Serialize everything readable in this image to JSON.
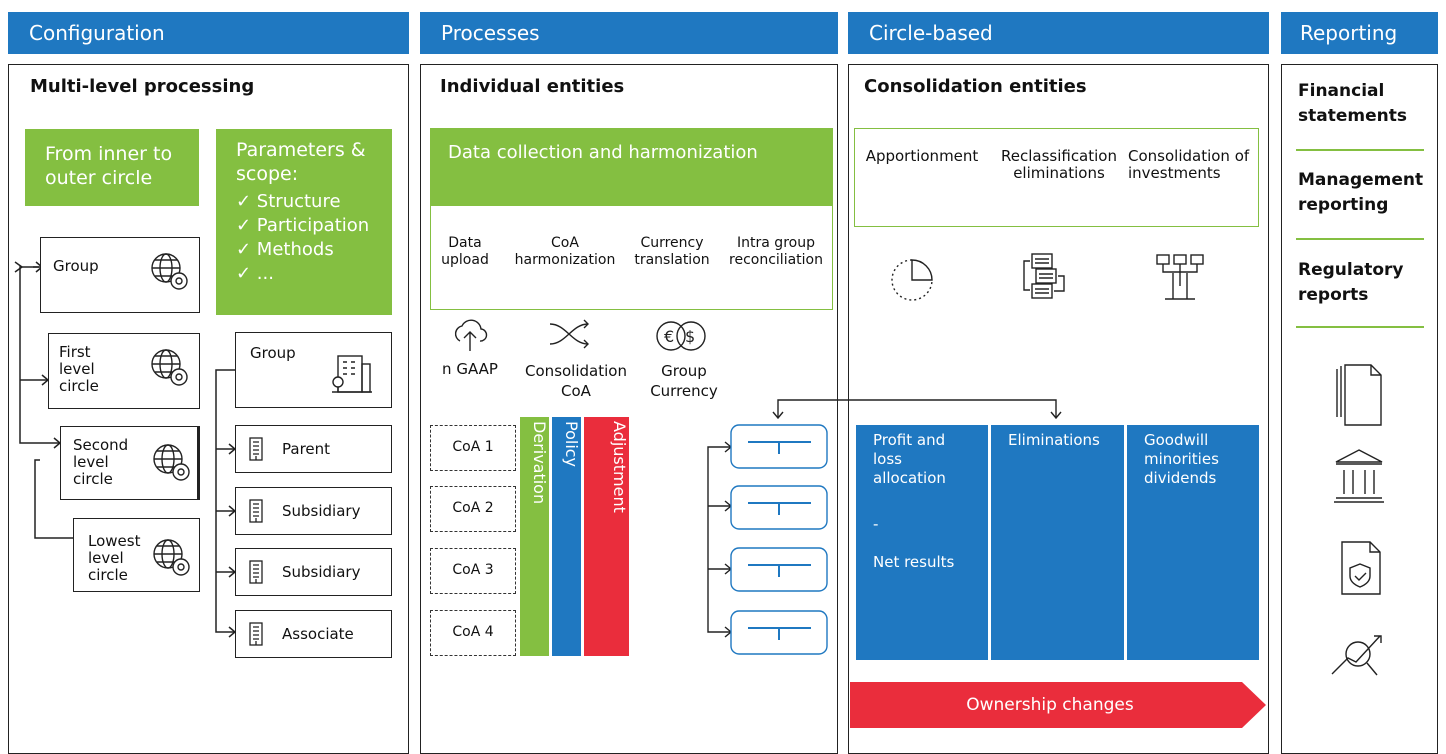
{
  "headers": {
    "configuration": "Configuration",
    "processes": "Processes",
    "circle_based": "Circle-based",
    "reporting": "Reporting"
  },
  "configuration": {
    "title": "Multi-level processing",
    "inner_outer": "From inner to outer circle",
    "params_title": "Parameters & scope:",
    "params": [
      "✓ Structure",
      "✓ Participation",
      "✓ Methods",
      "✓ ..."
    ],
    "circles": [
      "Group",
      "First level circle",
      "Second level circle",
      "Lowest level circle"
    ],
    "entities": [
      "Group",
      "Parent",
      "Subsidiary",
      "Subsidiary",
      "Associate"
    ]
  },
  "processes": {
    "title": "Individual entities",
    "data_collection": "Data collection and harmonization",
    "steps": [
      "Data upload",
      "CoA harmonization",
      "Currency translation",
      "Intra group reconciliation"
    ],
    "icons": [
      "n GAAP",
      "Consolidation CoA",
      "Group Currency"
    ],
    "coas": [
      "CoA 1",
      "CoA 2",
      "CoA 3",
      "CoA 4"
    ],
    "bars": [
      "Derivation",
      "Policy",
      "Adjustment"
    ]
  },
  "circle_based": {
    "title": "Consolidation entities",
    "top": [
      "Apportionment",
      "Reclassification eliminations",
      "Consolidation of investments"
    ],
    "blue1_a": "Profit and loss allocation",
    "blue1_b": "-",
    "blue1_c": "Net results",
    "blue2": "Eliminations",
    "blue3": "Goodwill minorities dividends",
    "ownership": "Ownership changes"
  },
  "reporting": {
    "items": [
      "Financial statements",
      "Management reporting",
      "Regulatory reports"
    ]
  },
  "colors": {
    "blue": "#1f78c1",
    "green": "#84bf41",
    "red": "#ea2d3c"
  }
}
